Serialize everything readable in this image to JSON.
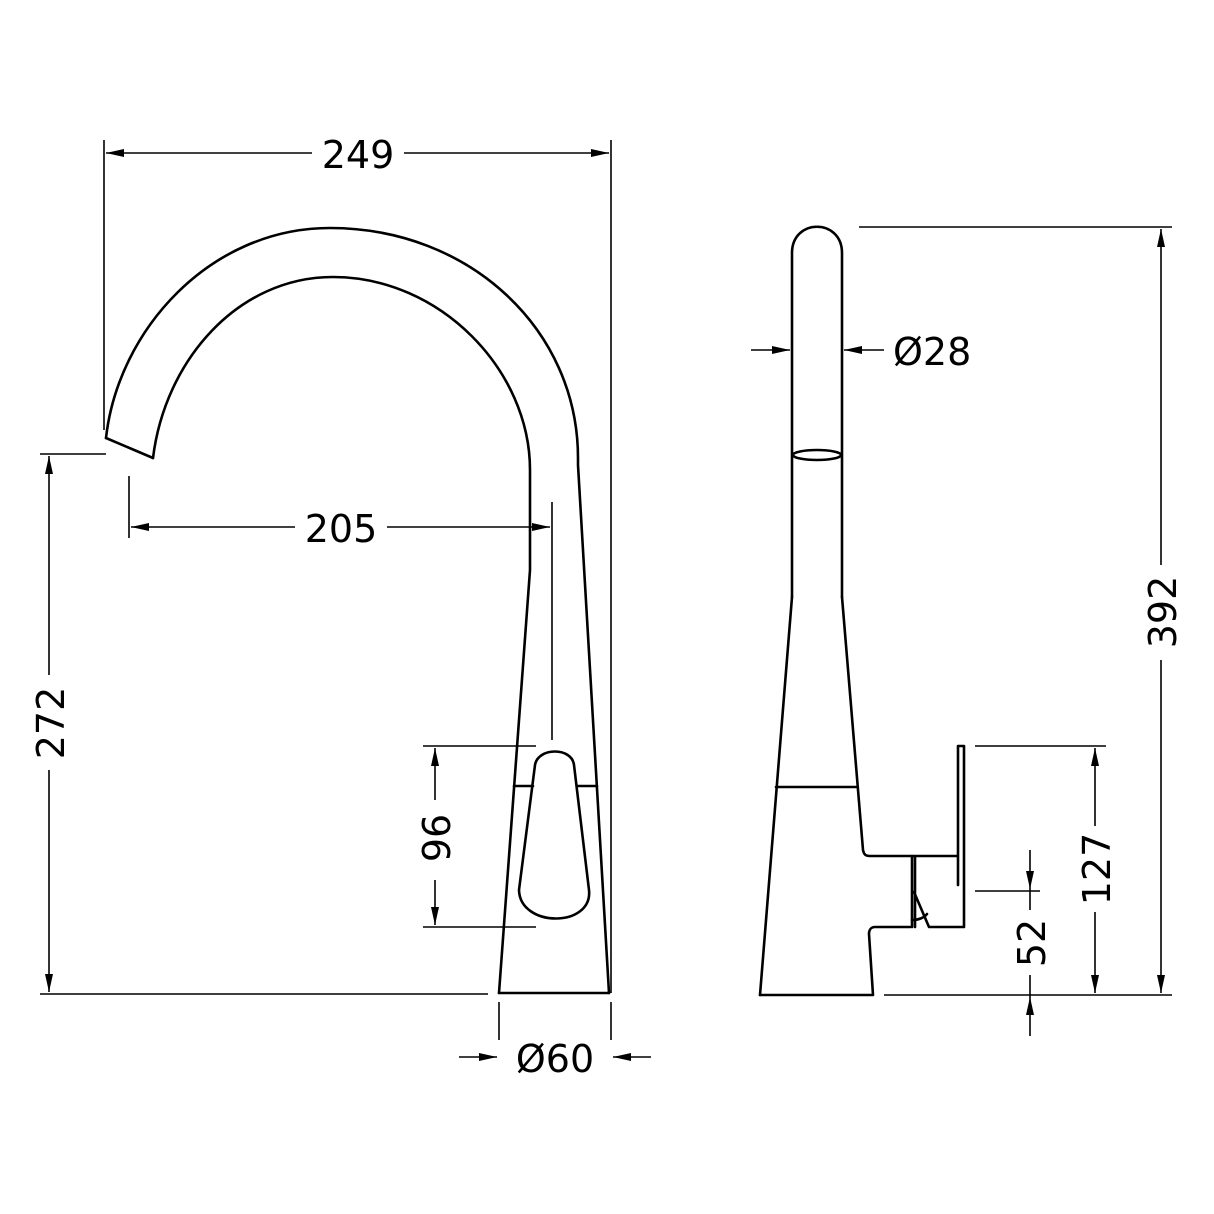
{
  "drawing": {
    "title": "Kitchen mixer tap technical drawing",
    "units": "mm",
    "colors": {
      "line": "#000000",
      "background": "#ffffff"
    },
    "front_view": {
      "overall_width": "249",
      "spout_reach": "205",
      "spout_outlet_height": "272",
      "lever_height": "96",
      "base_diameter": "Ø60"
    },
    "side_view": {
      "spout_diameter": "Ø28",
      "overall_height": "392",
      "lever_top_height": "127",
      "lever_body_height": "52"
    }
  }
}
